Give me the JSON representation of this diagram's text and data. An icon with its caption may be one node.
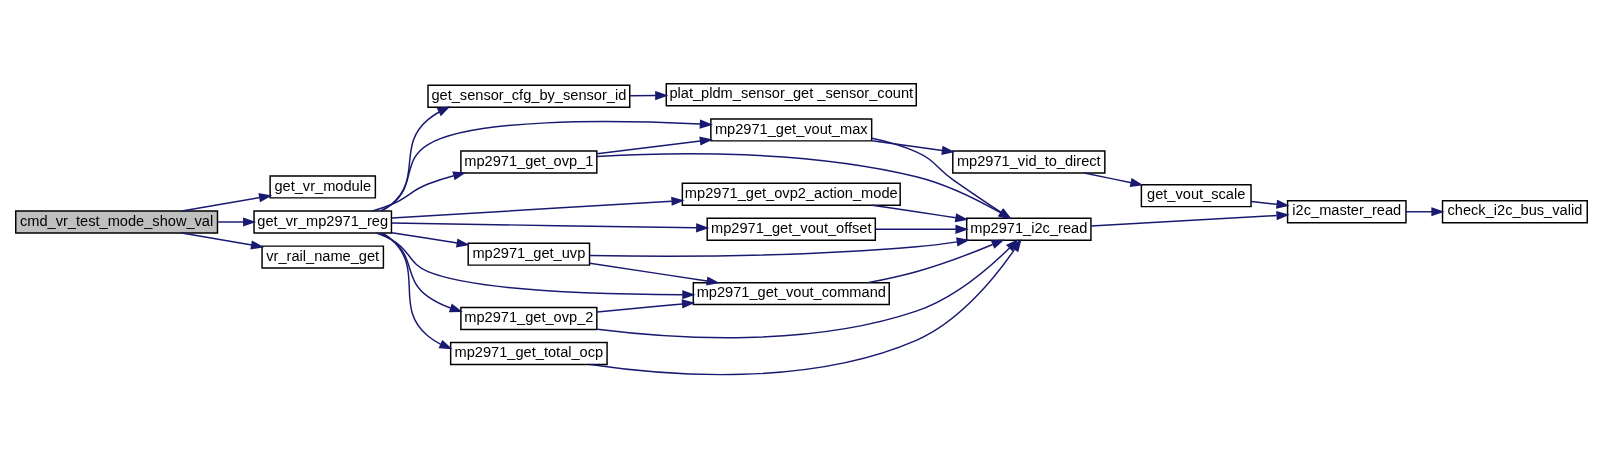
{
  "diagram": {
    "nodes": [
      {
        "text": [
          "cmd_vr_test_mode_show_val"
        ]
      },
      {
        "text": [
          "get_vr_module"
        ]
      },
      {
        "text": [
          "get_vr_mp2971_reg"
        ]
      },
      {
        "text": [
          "vr_rail_name_get"
        ]
      },
      {
        "text": [
          "get_sensor_cfg_by_sensor_id"
        ]
      },
      {
        "text": [
          "mp2971_get_vout_max"
        ]
      },
      {
        "text": [
          "mp2971_get_ovp_1"
        ]
      },
      {
        "text": [
          "mp2971_get_ovp2_action_mode"
        ]
      },
      {
        "text": [
          "mp2971_get_vout_offset"
        ]
      },
      {
        "text": [
          "mp2971_get_uvp"
        ]
      },
      {
        "text": [
          "mp2971_get_vout_command"
        ]
      },
      {
        "text": [
          "mp2971_get_ovp_2"
        ]
      },
      {
        "text": [
          "mp2971_get_total_ocp"
        ]
      },
      {
        "text": [
          "plat_pldm_sensor_get _sensor_count"
        ]
      },
      {
        "text": [
          "mp2971_vid_to_direct"
        ]
      },
      {
        "text": [
          "mp2971_i2c_read"
        ]
      },
      {
        "text": [
          "get_vout_scale"
        ]
      },
      {
        "text": [
          "i2c_master_read"
        ]
      },
      {
        "text": [
          "check_i2c_bus_valid"
        ]
      }
    ],
    "edges": [
      {
        "from": 0,
        "to": 1,
        "arrow": "to"
      },
      {
        "from": 0,
        "to": 2,
        "arrow": "to"
      },
      {
        "from": 0,
        "to": 3,
        "arrow": "to"
      },
      {
        "from": 2,
        "to": 4,
        "arrow": "to"
      },
      {
        "from": 2,
        "to": 5,
        "arrow": "to"
      },
      {
        "from": 2,
        "to": 6,
        "arrow": "to"
      },
      {
        "from": 2,
        "to": 7,
        "arrow": "to"
      },
      {
        "from": 2,
        "to": 8,
        "arrow": "to"
      },
      {
        "from": 2,
        "to": 9,
        "arrow": "to"
      },
      {
        "from": 2,
        "to": 10,
        "arrow": "to"
      },
      {
        "from": 2,
        "to": 11,
        "arrow": "to"
      },
      {
        "from": 2,
        "to": 12,
        "arrow": "to"
      },
      {
        "from": 4,
        "to": 13,
        "arrow": "to"
      },
      {
        "from": 5,
        "to": 14,
        "arrow": "to"
      },
      {
        "from": 5,
        "to": 15,
        "arrow": "to"
      },
      {
        "from": 6,
        "to": 5,
        "arrow": "to"
      },
      {
        "from": 6,
        "to": 15,
        "arrow": "to"
      },
      {
        "from": 7,
        "to": 15,
        "arrow": "to"
      },
      {
        "from": 8,
        "to": 15,
        "arrow": "to"
      },
      {
        "from": 9,
        "to": 15,
        "arrow": "to"
      },
      {
        "from": 9,
        "to": 10,
        "arrow": "to"
      },
      {
        "from": 10,
        "to": 15,
        "arrow": "to"
      },
      {
        "from": 11,
        "to": 10,
        "arrow": "to"
      },
      {
        "from": 11,
        "to": 15,
        "arrow": "to"
      },
      {
        "from": 12,
        "to": 15,
        "arrow": "to"
      },
      {
        "from": 14,
        "to": 16,
        "arrow": "to"
      },
      {
        "from": 15,
        "to": 17,
        "arrow": "to"
      },
      {
        "from": 16,
        "to": 17,
        "arrow": "to"
      },
      {
        "from": 17,
        "to": 18,
        "arrow": "to"
      }
    ]
  }
}
